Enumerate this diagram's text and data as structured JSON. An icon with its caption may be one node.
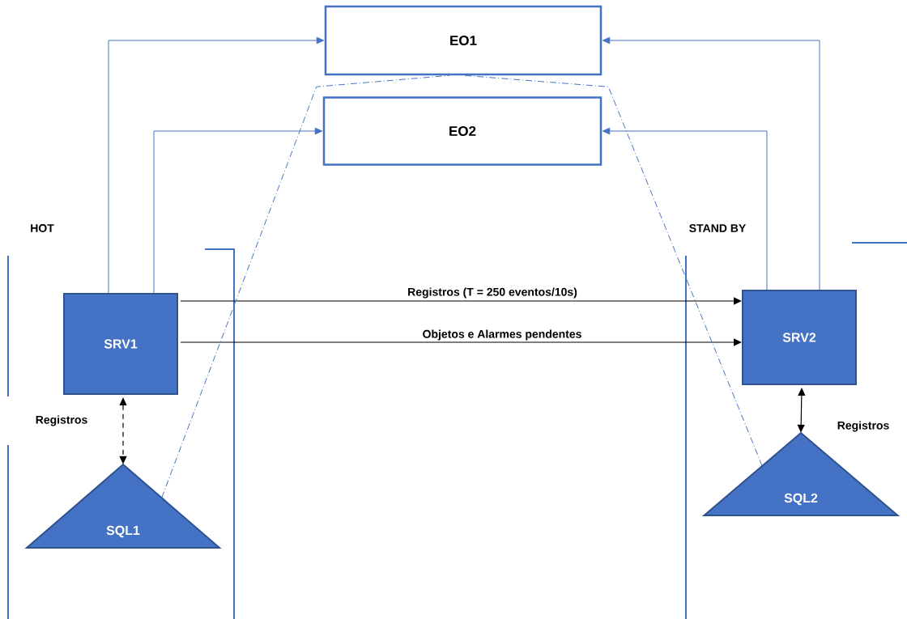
{
  "diagram": {
    "nodes": [
      {
        "text": [
          "EO1"
        ]
      },
      {
        "text": [
          "EO2"
        ]
      },
      {
        "text": [
          "SRV1"
        ]
      },
      {
        "text": [
          "SRV2"
        ]
      },
      {
        "text": [
          "SQL1"
        ]
      },
      {
        "text": [
          "SQL2"
        ]
      }
    ],
    "edges": [
      {
        "from": 2,
        "to": 0,
        "arrow": "to",
        "color": "#4472c4"
      },
      {
        "from": 2,
        "to": 1,
        "arrow": "to",
        "color": "#4472c4"
      },
      {
        "from": 3,
        "to": 0,
        "arrow": "to",
        "color": "#4472c4"
      },
      {
        "from": 3,
        "to": 1,
        "arrow": "to",
        "color": "#4472c4"
      },
      {
        "from": 2,
        "to": 3,
        "arrow": "to",
        "label": "Registros (T = 250 eventos/10s)",
        "color": "#000000"
      },
      {
        "from": 2,
        "to": 3,
        "arrow": "to",
        "label": "Objetos e Alarmes pendentes",
        "color": "#000000"
      },
      {
        "from": 2,
        "to": 4,
        "arrow": "both",
        "style": "dashed",
        "label": "Registros",
        "color": "#000000"
      },
      {
        "from": 3,
        "to": 5,
        "arrow": "both",
        "label": "Registros",
        "color": "#000000"
      },
      {
        "from": 4,
        "to": 0,
        "arrow": "none",
        "style": "dashed",
        "color": "#4472c4"
      },
      {
        "from": 5,
        "to": 0,
        "arrow": "none",
        "style": "dashed",
        "color": "#4472c4"
      }
    ],
    "labels": [
      "HOT",
      "STAND BY"
    ]
  }
}
